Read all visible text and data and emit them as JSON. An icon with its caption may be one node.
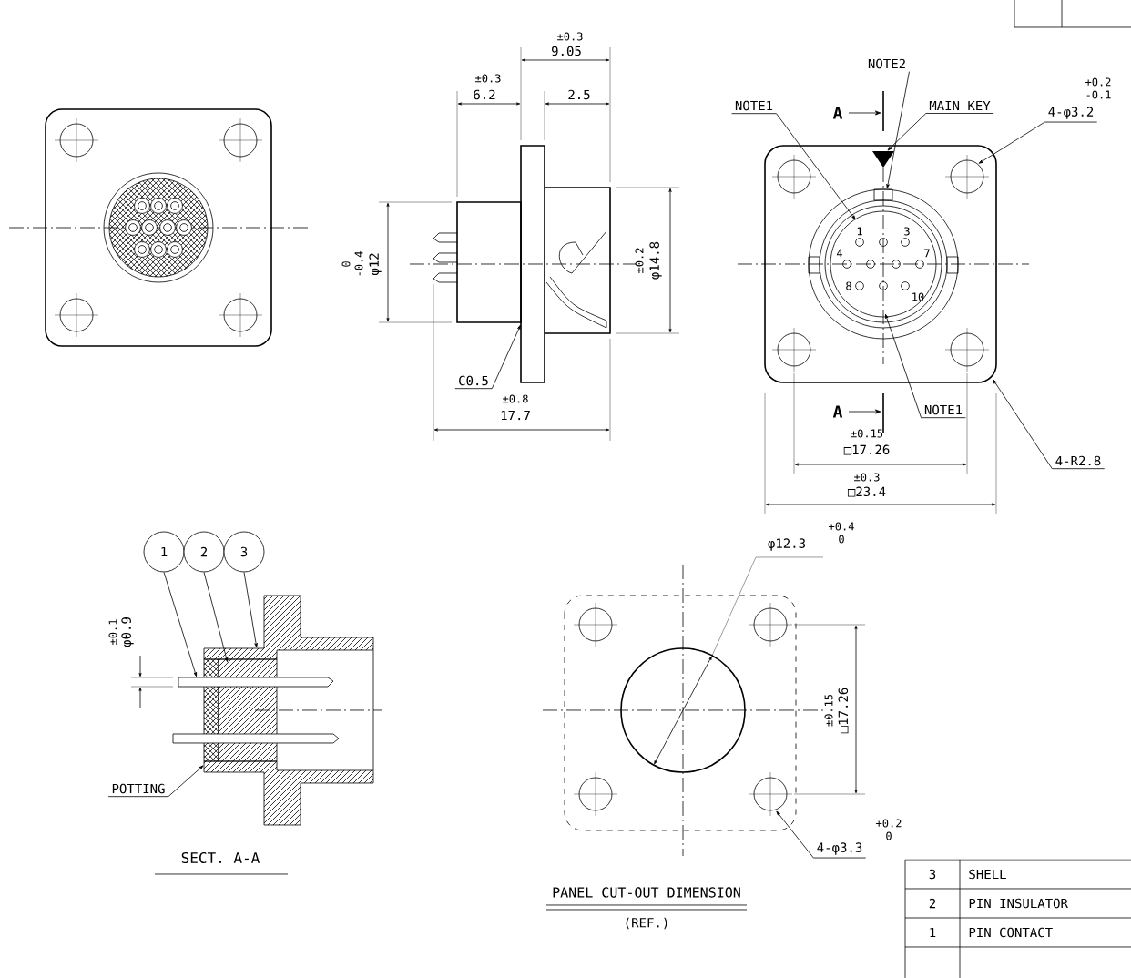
{
  "diagram": {
    "nodes": [
      {
        "text": [
          "NOTE2"
        ]
      },
      {
        "text": [
          "NOTE1"
        ]
      },
      {
        "text": [
          "MAIN KEY"
        ]
      },
      {
        "text": [
          "4-φ3.2"
        ],
        "beside": [
          "+0.2",
          "-0.1"
        ]
      },
      {
        "text": [
          "NOTE1"
        ]
      },
      {
        "text": [
          "4-R2.8"
        ]
      },
      {
        "text": [
          "C0.5"
        ]
      },
      {
        "text": [
          "1"
        ]
      },
      {
        "text": [
          "2"
        ]
      },
      {
        "text": [
          "3"
        ]
      },
      {
        "text": [
          "POTTING"
        ]
      },
      {
        "text": [
          "4-φ3.3"
        ],
        "beside": [
          "+0.2",
          "0"
        ]
      },
      {
        "text": [],
        "shape": "picture"
      },
      {
        "text": [],
        "shape": "picture"
      },
      {
        "text": [],
        "shape": "picture"
      },
      {
        "text": [],
        "shape": "picture"
      }
    ],
    "edges": [
      {
        "from": 0,
        "to": 13,
        "arrow": "to"
      },
      {
        "from": 1,
        "to": 13,
        "arrow": "to"
      },
      {
        "from": 2,
        "to": 13,
        "arrow": "to"
      },
      {
        "from": 3,
        "to": 13,
        "arrow": "to"
      },
      {
        "from": 4,
        "to": 13,
        "arrow": "to"
      },
      {
        "from": 5,
        "to": 13,
        "arrow": "to"
      },
      {
        "from": 6,
        "to": 12,
        "arrow": "to"
      },
      {
        "from": 7,
        "to": 14,
        "arrow": "to"
      },
      {
        "from": 8,
        "to": 14,
        "arrow": "to"
      },
      {
        "from": 9,
        "to": 14,
        "arrow": "to"
      },
      {
        "from": 10,
        "to": 14,
        "arrow": "to"
      },
      {
        "from": 11,
        "to": 15,
        "arrow": "to"
      }
    ],
    "labels": [
      "±0.3",
      "9.05",
      "±0.3",
      "6.2",
      "2.5",
      "A",
      "0",
      "-0.4",
      "φ12",
      "±0.2",
      "φ14.8",
      "1",
      "3",
      "4",
      "7",
      "8",
      "10",
      "±0.8",
      "17.7",
      "A",
      "±0.15",
      "□17.26",
      "±0.3",
      "□23.4",
      "±0.1",
      "φ0.9",
      "φ12.3",
      "+0.4",
      "0",
      "±0.15",
      "□17.26",
      "SECT. A-A",
      "PANEL CUT-OUT DIMENSION",
      "(REF.)",
      "3",
      "SHELL",
      "2",
      "PIN INSULATOR",
      "1",
      "PIN CONTACT"
    ]
  }
}
